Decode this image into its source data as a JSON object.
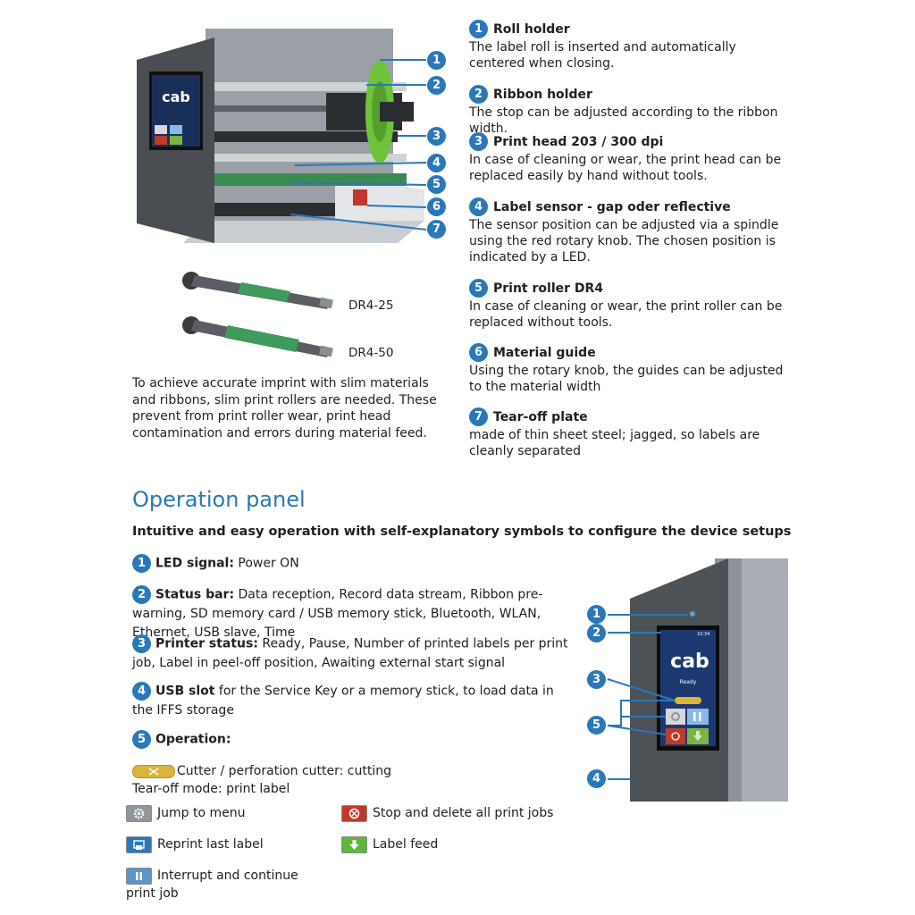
{
  "features": [
    {
      "n": "1",
      "title": "Roll holder",
      "body": "The label roll is inserted and automatically centered when closing."
    },
    {
      "n": "2",
      "title": "Ribbon holder",
      "body": "The stop can be adjusted according to the ribbon width."
    },
    {
      "n": "3",
      "title": "Print head 203 / 300 dpi",
      "body": "In case of cleaning or wear, the print head can be replaced easily by hand without tools."
    },
    {
      "n": "4",
      "title": "Label sensor - gap oder reflective",
      "body": "The sensor position can be adjusted via a spindle using the red rotary knob. The chosen position is indicated by a LED."
    },
    {
      "n": "5",
      "title": "Print roller DR4",
      "body": "In case of cleaning or wear, the print roller can be replaced without tools."
    },
    {
      "n": "6",
      "title": "Material guide",
      "body": "Using the rotary knob, the guides can be adjusted to the material width"
    },
    {
      "n": "7",
      "title": "Tear-off plate",
      "body": "made of thin sheet steel; jagged, so labels are cleanly separated"
    }
  ],
  "printer_callouts": [
    "1",
    "2",
    "3",
    "4",
    "5",
    "6",
    "7"
  ],
  "printer_brand": "cab",
  "rollers": [
    {
      "label": "DR4-25"
    },
    {
      "label": "DR4-50"
    }
  ],
  "roller_text": "To achieve accurate imprint with slim materials and ribbons, slim print rollers are needed. These prevent from print roller wear, print head contamination and errors during material feed.",
  "panel": {
    "title": "Operation panel",
    "subtitle": "Intuitive and easy operation with self-explanatory symbols to configure the device setups",
    "items": [
      {
        "n": "1",
        "label": "LED signal:",
        "text": "Power ON"
      },
      {
        "n": "2",
        "label": "Status bar:",
        "text": "Data reception, Record data stream, Ribbon pre-warning, SD memory card / USB memory stick, Bluetooth, WLAN, Ethernet, USB slave, Time"
      },
      {
        "n": "3",
        "label": "Printer status:",
        "text": "Ready, Pause, Number of printed labels per print job, Label in peel-off position, Awaiting external start signal"
      },
      {
        "n": "4",
        "label": "USB slot",
        "text": "for the Service Key or a memory stick, to load data in the IFFS storage"
      },
      {
        "n": "5",
        "label": "Operation:",
        "text": ""
      }
    ],
    "operation": {
      "cutter_line1": "Cutter / perforation cutter: cutting",
      "cutter_line2": "Tear-off mode: print label",
      "menu": "Jump to menu",
      "stop": "Stop and delete all print jobs",
      "reprint": "Reprint last label",
      "feed": "Label feed",
      "pause": "Interrupt and continue print job"
    },
    "screen_brand": "cab",
    "screen_status": "Ready",
    "screen_time": "10:34",
    "callouts": [
      "1",
      "2",
      "3",
      "5",
      "4"
    ]
  },
  "colors": {
    "accent": "#2a78b8",
    "green": "#5cc23a",
    "yellow": "#d9b53a",
    "red": "#c0392b"
  }
}
